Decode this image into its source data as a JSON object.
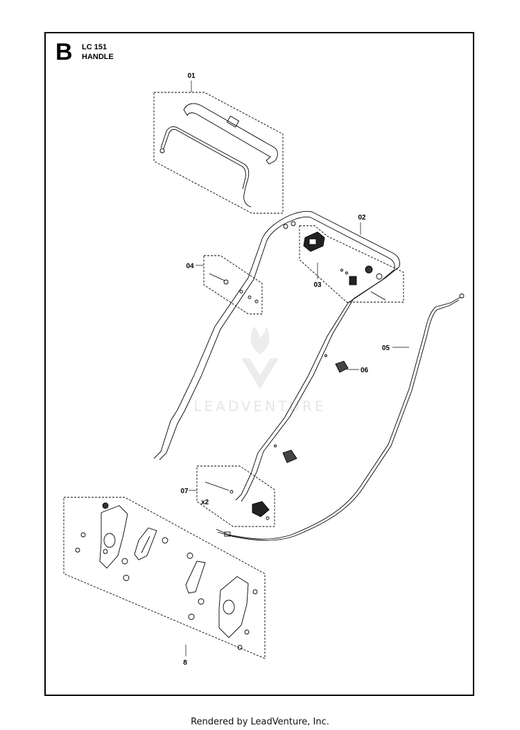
{
  "header": {
    "section_letter": "B",
    "model": "LC 151",
    "assembly": "HANDLE"
  },
  "callouts": {
    "c01": "01",
    "c02": "02",
    "c03": "03",
    "c04": "04",
    "c05": "05",
    "c06": "06",
    "c07": "07",
    "c07_qty": "x2",
    "c8": "8"
  },
  "watermark": "LEADVENTURE",
  "footer": "Rendered by LeadVenture, Inc.",
  "colors": {
    "line": "#000000",
    "watermark": "#e6e6e6"
  }
}
